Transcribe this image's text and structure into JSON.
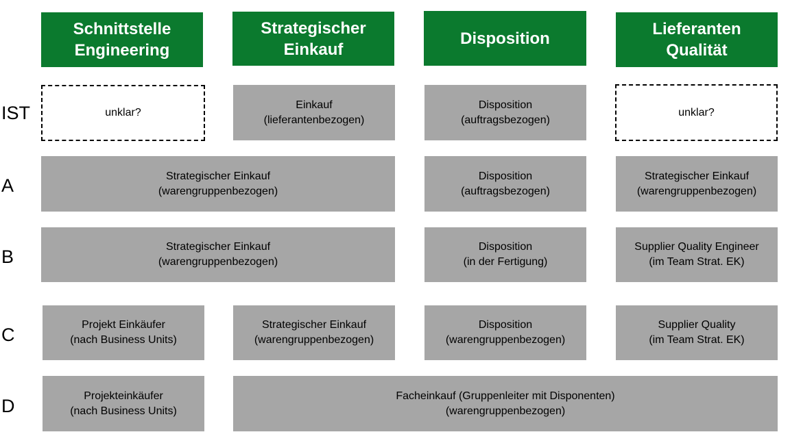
{
  "headers": [
    "Schnittstelle\nEngineering",
    "Strategischer\nEinkauf",
    "Disposition",
    "Lieferanten\nQualität"
  ],
  "rows": {
    "ist": {
      "label": "IST",
      "cells": [
        "unklar?",
        "Einkauf\n(lieferantenbezogen)",
        "Disposition\n(auftragsbezogen)",
        "unklar?"
      ]
    },
    "a": {
      "label": "A",
      "cells": [
        "Strategischer Einkauf\n(warengruppenbezogen)",
        "Disposition\n(auftragsbezogen)",
        "Strategischer Einkauf\n(warengruppenbezogen)"
      ]
    },
    "b": {
      "label": "B",
      "cells": [
        "Strategischer Einkauf\n(warengruppenbezogen)",
        "Disposition\n(in der Fertigung)",
        "Supplier Quality Engineer\n(im Team Strat. EK)"
      ]
    },
    "c": {
      "label": "C",
      "cells": [
        "Projekt Einkäufer\n(nach Business Units)",
        "Strategischer Einkauf\n(warengruppenbezogen)",
        "Disposition\n(warengruppenbezogen)",
        "Supplier Quality\n(im Team Strat. EK)"
      ]
    },
    "d": {
      "label": "D",
      "cells": [
        "Projekteinkäufer\n(nach Business Units)",
        "Facheinkauf (Gruppenleiter mit Disponenten)\n(warengruppenbezogen)"
      ]
    }
  },
  "colors": {
    "header_green": "#0b7a2e",
    "box_gray": "#a6a6a6"
  }
}
